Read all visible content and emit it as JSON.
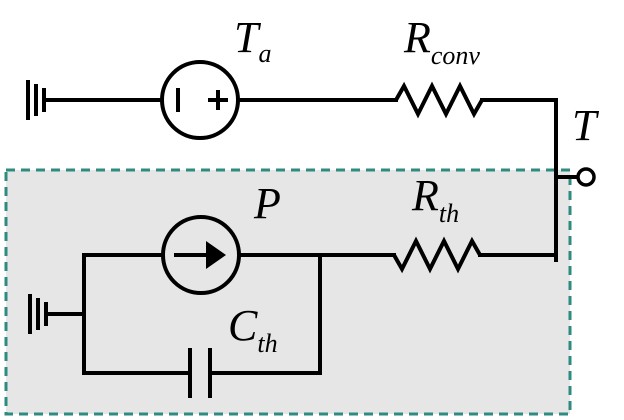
{
  "labels": {
    "Ta": {
      "main": "T",
      "sub": "a"
    },
    "Rconv": {
      "main": "R",
      "sub": "conv"
    },
    "T": {
      "main": "T"
    },
    "P": {
      "main": "P"
    },
    "Rth": {
      "main": "R",
      "sub": "th"
    },
    "Cth": {
      "main": "C",
      "sub": "th"
    }
  },
  "source_symbols": {
    "minus": "|",
    "plus": "+"
  },
  "colors": {
    "wire": "#000000",
    "dashed_box_border": "#2e8b80",
    "dashed_box_fill": "#e6e6e6",
    "background": "#ffffff"
  }
}
